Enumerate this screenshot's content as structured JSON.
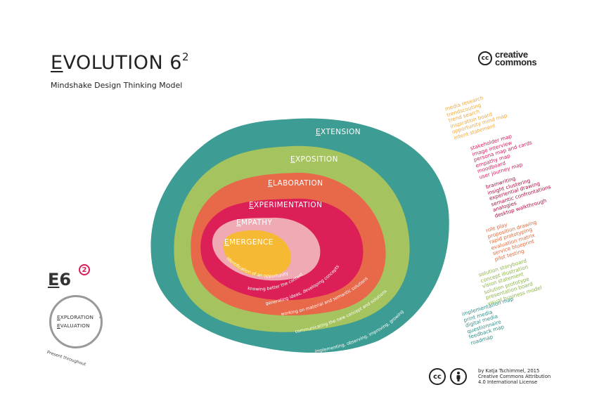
{
  "header": {
    "title_first": "E",
    "title_rest": "VOLUTION 6",
    "title_sup": "2",
    "subtitle": "Mindshake Design Thinking Model"
  },
  "cc_logo": {
    "icon": "cc",
    "line1": "creative",
    "line2": "commons"
  },
  "colors": {
    "extension": "#3d9c93",
    "exposition": "#a5c35e",
    "elaboration": "#e8684a",
    "experimentation": "#dc1f56",
    "empathy": "#f0aab4",
    "emergence": "#f6b933",
    "magenta": "#d61f58"
  },
  "rings": [
    {
      "id": "extension",
      "first": "E",
      "rest": "XTENSION"
    },
    {
      "id": "exposition",
      "first": "E",
      "rest": "XPOSITION"
    },
    {
      "id": "elaboration",
      "first": "E",
      "rest": "LABORATION"
    },
    {
      "id": "experimentation",
      "first": "E",
      "rest": "XPERIMENTATION"
    },
    {
      "id": "empathy",
      "first": "E",
      "rest": "MPATHY"
    },
    {
      "id": "emergence",
      "first": "E",
      "rest": "MERGENCE"
    }
  ],
  "curve_labels": [
    "identification of an opportunity",
    "knowing better the context",
    "generating ideas, developing concepts",
    "working on material and semantic solutions",
    "communicating the new concept and solutions",
    "implementing, observing, improving, growing"
  ],
  "method_groups": [
    {
      "id": "emergence",
      "color": "#f2a83a",
      "items": [
        "media research",
        "trendscouting",
        "trend search",
        "inspiration board",
        "opportunity mind map",
        "intent statement"
      ]
    },
    {
      "id": "empathy",
      "color": "#d61f58",
      "items": [
        "stakeholder map",
        "image interview",
        "persona map and cards",
        "empathy map",
        "moodboard",
        "user journey map"
      ]
    },
    {
      "id": "experimentation",
      "color": "#b0123f",
      "items": [
        "brainwriting",
        "insight clustering",
        "experiential drawing",
        "semantic confrontations",
        "analogies",
        "desktop walkthrough"
      ]
    },
    {
      "id": "elaboration",
      "color": "#e36a3a",
      "items": [
        "role play",
        "proposition drawing",
        "rapid prototyping",
        "evaluation matrix",
        "service blueprint",
        "pilot testing"
      ]
    },
    {
      "id": "exposition",
      "color": "#8cb545",
      "items": [
        "solution storyboard",
        "concept illustration",
        "vision statement",
        "solution prototype",
        "presentation board",
        "visual business model"
      ]
    },
    {
      "id": "extension",
      "color": "#2f8f88",
      "items": [
        "implementation map",
        "print media",
        "digital media",
        "questionnaire",
        "feedback map",
        "roadmap"
      ]
    }
  ],
  "e6_block": {
    "logo_first": "E",
    "logo_rest": "6",
    "badge": "2",
    "exploration_first": "E",
    "exploration_rest": "XPLORATION",
    "evaluation_first": "E",
    "evaluation_rest": "VALUATION",
    "caption": "Present throughout"
  },
  "license": {
    "cc_icon": "cc",
    "by_icon": "by",
    "line1": "by Katja Tschimmel, 2015",
    "line2": "Creative Commons Attribution",
    "line3": "4.0 International License"
  }
}
